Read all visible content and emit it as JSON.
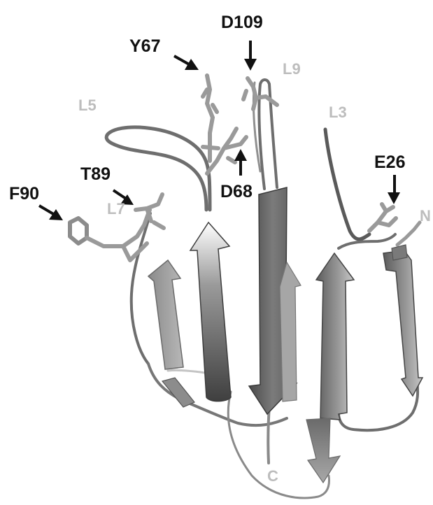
{
  "figure": {
    "residues": {
      "y67": "Y67",
      "d109": "D109",
      "d68": "D68",
      "t89": "T89",
      "f90": "F90",
      "e26": "E26"
    },
    "loops": {
      "l5": "L5",
      "l9": "L9",
      "l3": "L3",
      "l7": "L7"
    },
    "termini": {
      "n": "N",
      "c": "C"
    },
    "colors": {
      "label": "#111111",
      "loop_label": "#bdbdbd",
      "ribbon_dark": "#555555",
      "ribbon_mid": "#7a7a7a",
      "ribbon_light": "#a9a9a9",
      "coil": "#6e6e6e",
      "stick": "#9a9a9a"
    }
  }
}
